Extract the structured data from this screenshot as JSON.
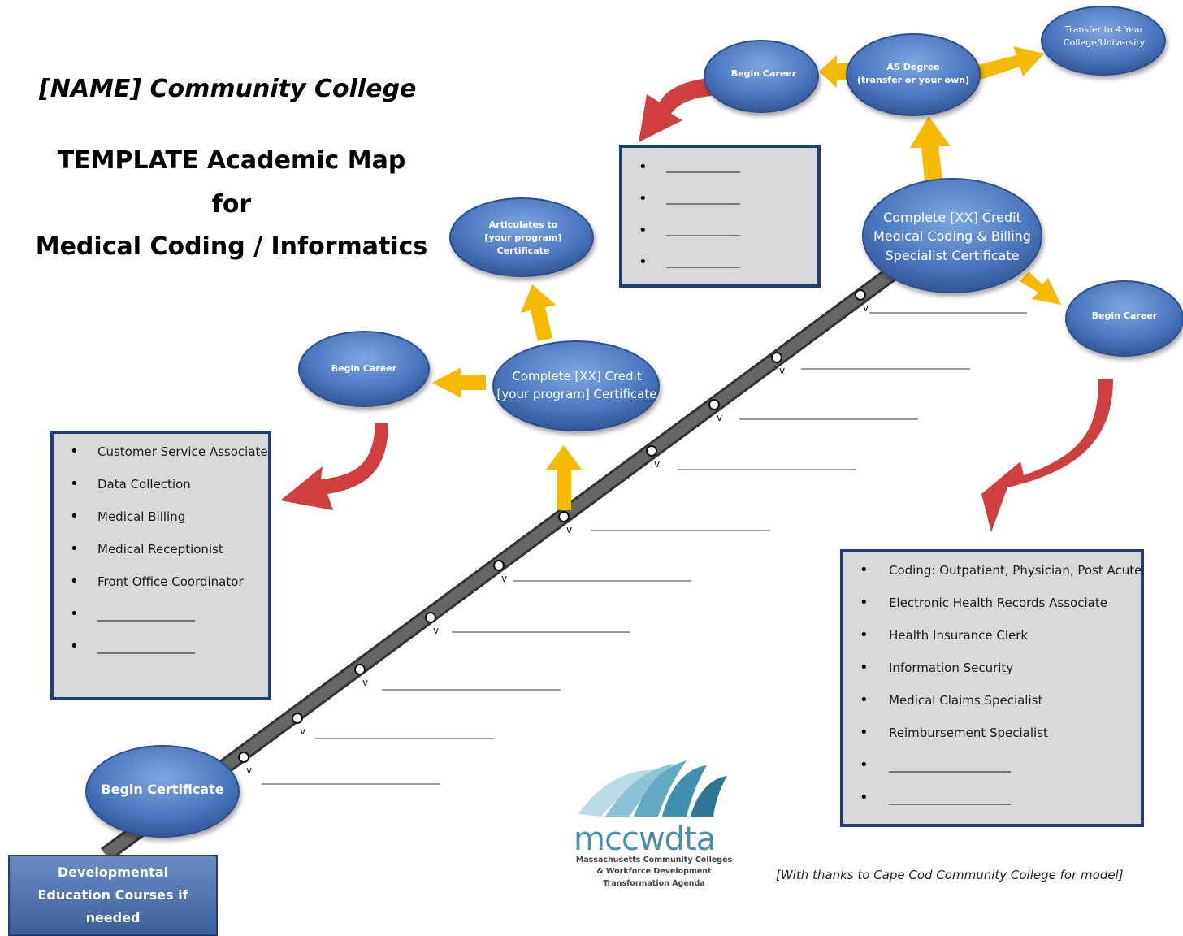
{
  "header": {
    "college": "[NAME] Community College",
    "title_line1": "TEMPLATE Academic Map",
    "title_line2": "for",
    "title_line3": "Medical Coding / Informatics"
  },
  "nodes": {
    "begin_certificate": "Begin Certificate",
    "program_certificate": "Complete  [XX] Credit\n[your program] Certificate",
    "begin_career_left": "Begin Career",
    "articulates": "Articulates to\n[your program]\nCertificate",
    "coding_certificate": "Complete [XX] Credit\nMedical Coding & Billing\nSpecialist Certificate",
    "as_degree": "AS Degree\n(transfer or your own)",
    "begin_career_top": "Begin Career",
    "transfer": "Transfer to 4 Year\nCollege/University",
    "begin_career_right": "Begin Career"
  },
  "left_jobs": [
    "Customer Service Associate",
    "Data Collection",
    "Medical Billing",
    "Medical Receptionist",
    "Front Office Coordinator",
    "________________",
    "________________"
  ],
  "top_jobs": [
    "_____________",
    "_____________",
    "_____________",
    "_____________"
  ],
  "right_jobs": [
    "Coding: Outpatient, Physician, Post Acute",
    "Electronic Health Records Associate",
    "Health Insurance Clerk",
    "Information Security",
    "Medical Claims Specialist",
    "Reimbursement Specialist",
    "____________________",
    "____________________"
  ],
  "milestone_mark": "v",
  "developmental": "Developmental\nEducation Courses if needed",
  "logo": {
    "word": "mccwdta",
    "subtitle": "Massachusetts Community Colleges\n& Workforce Development\nTransformation Agenda"
  },
  "footer_note": "[With thanks to Cape Cod Community College for model]",
  "colors": {
    "oval_blue": "#4a78c0",
    "oval_dark": "#2d4f8e",
    "arrow_yellow": "#f7b800",
    "arrow_red": "#cf3f3f",
    "track": "#555555",
    "panel_bg": "#d9d9d9",
    "panel_border": "#1f3f6e"
  },
  "icons": [
    "milestone-circle-icon",
    "yellow-arrow-icon",
    "red-curved-arrow-icon",
    "mccwdta-fan-logo-icon"
  ]
}
